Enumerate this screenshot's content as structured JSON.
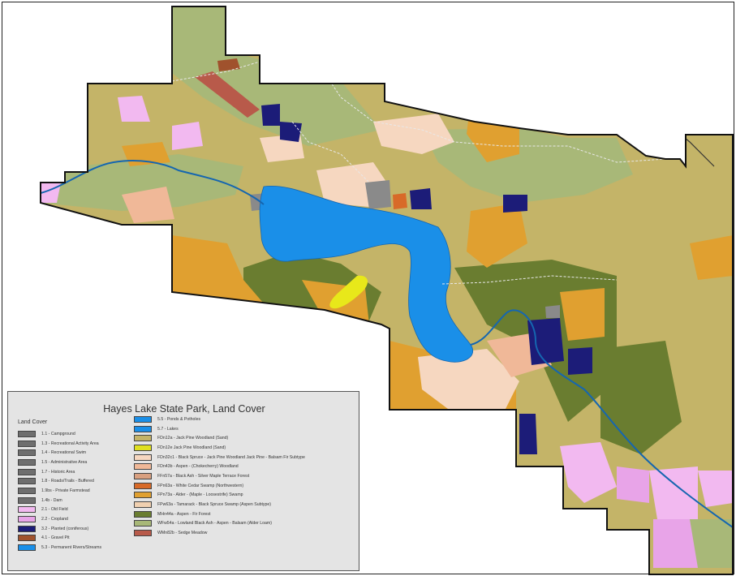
{
  "legend": {
    "title": "Hayes Lake State Park, Land Cover",
    "heading": "Land Cover",
    "left_items": [
      {
        "label": "1.1 - Campground",
        "color": "#6e6e6e"
      },
      {
        "label": "1.3 - Recreational Activity Area",
        "color": "#6e6e6e"
      },
      {
        "label": "1.4 - Recreational Swim",
        "color": "#6e6e6e"
      },
      {
        "label": "1.5 - Administrative Area",
        "color": "#6e6e6e"
      },
      {
        "label": "1.7 - Historic Area",
        "color": "#6e6e6e"
      },
      {
        "label": "1.8 - Roads/Trails - Buffered",
        "color": "#6e6e6e"
      },
      {
        "label": "1.9bs - Private Farmstead",
        "color": "#6e6e6e"
      },
      {
        "label": "1.4b - Dam",
        "color": "#6e6e6e"
      },
      {
        "label": "2.1 - Old Field",
        "color": "#f2b9f0"
      },
      {
        "label": "2.2 - Cropland",
        "color": "#e8a4e8"
      },
      {
        "label": "3.2 - Planted (coniferous)",
        "color": "#1c1c78"
      },
      {
        "label": "4.1 - Gravel Pit",
        "color": "#a0522d"
      },
      {
        "label": "5.3 - Permanent Rivers/Streams",
        "color": "#1a8fe8"
      }
    ],
    "right_items": [
      {
        "label": "5.5 - Ponds & Potholes",
        "color": "#1a8fe8"
      },
      {
        "label": "5.7 - Lakes",
        "color": "#1a8fe8"
      },
      {
        "label": "FDn12a - Jack Pine Woodland (Sand)",
        "color": "#c4b468"
      },
      {
        "label": "FDn12e Jack Pine Woodland (Sand)",
        "color": "#e0e020"
      },
      {
        "label": "FDn32c1 - Black Spruce - Jack Pine Woodland Jack Pine - Balsam Fir Subtype",
        "color": "#f6d7c0"
      },
      {
        "label": "FDn43b - Aspen - (Chokecherry) Woodland",
        "color": "#f0b898"
      },
      {
        "label": "FFn57a - Black Ash - Silver Maple Terrace Forest",
        "color": "#d9a080"
      },
      {
        "label": "FPn63a - White Cedar Swamp (Northwestern)",
        "color": "#d86a28"
      },
      {
        "label": "FPn73a - Alder - (Maple - Loosestrife) Swamp",
        "color": "#e0a030"
      },
      {
        "label": "FPw63a - Tamarack - Black Spruce Swamp (Aspen Subtype)",
        "color": "#f0d0b0"
      },
      {
        "label": "MHn44a - Aspen - Fir Forest",
        "color": "#6a7d30"
      },
      {
        "label": "WFw54a - Lowland Black Ash - Aspen - Balsam (Alder Loam)",
        "color": "#a8b878"
      },
      {
        "label": "WMn82b - Sedge Meadow",
        "color": "#b85a4a"
      }
    ]
  }
}
